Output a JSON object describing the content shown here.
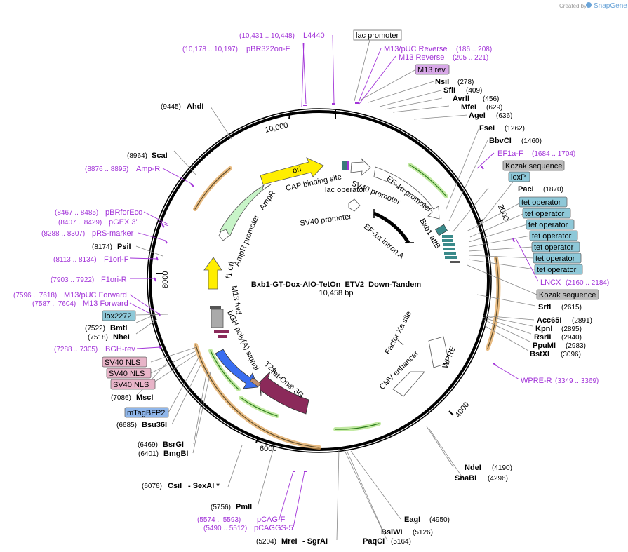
{
  "header": {
    "credit": "Created by",
    "brand": "SnapGene"
  },
  "plasmid": {
    "name": "Bxb1-GT-Dox-AIO-TetOn_ETV2_Down-Tandem",
    "length": "10,458 bp"
  },
  "ruler": [
    "10,000",
    "2000",
    "4000",
    "6000",
    "8000"
  ],
  "enzymes": {
    "AhdI": {
      "name": "AhdI",
      "pos": "(9445)"
    },
    "ScaI": {
      "name": "ScaI",
      "pos": "(8964)"
    },
    "PsiI": {
      "name": "PsiI",
      "pos": "(8174)"
    },
    "BmtI": {
      "name": "BmtI",
      "pos": "(7522)"
    },
    "NheI": {
      "name": "NheI",
      "pos": "(7518)"
    },
    "MscI": {
      "name": "MscI",
      "pos": "(7086)"
    },
    "Bsu36I": {
      "name": "Bsu36I",
      "pos": "(6685)"
    },
    "BsrGI": {
      "name": "BsrGI",
      "pos": "(6469)"
    },
    "BmgBI": {
      "name": "BmgBI",
      "pos": "(6401)"
    },
    "CsiI": {
      "name": "CsiI",
      "pos": "(6076)",
      "extra": "- SexAI *"
    },
    "PmlI": {
      "name": "PmlI",
      "pos": "(5756)"
    },
    "MreI": {
      "name": "MreI",
      "pos": "(5204)",
      "extra": "- SgrAI"
    },
    "PaqCI": {
      "name": "PaqCI",
      "pos": "(5164)"
    },
    "BsiWI": {
      "name": "BsiWI",
      "pos": "(5126)"
    },
    "EagI": {
      "name": "EagI",
      "pos": "(4950)"
    },
    "SnaBI": {
      "name": "SnaBI",
      "pos": "(4296)"
    },
    "NdeI": {
      "name": "NdeI",
      "pos": "(4190)"
    },
    "NsiI": {
      "name": "NsiI",
      "pos": "(278)"
    },
    "SfiI": {
      "name": "SfiI",
      "pos": "(409)"
    },
    "AvrII": {
      "name": "AvrII",
      "pos": "(456)"
    },
    "MfeI": {
      "name": "MfeI",
      "pos": "(629)"
    },
    "AgeI": {
      "name": "AgeI",
      "pos": "(636)"
    },
    "FseI": {
      "name": "FseI",
      "pos": "(1262)"
    },
    "BbvCI": {
      "name": "BbvCI",
      "pos": "(1460)"
    },
    "PacI": {
      "name": "PacI",
      "pos": "(1870)"
    },
    "SrfI": {
      "name": "SrfI",
      "pos": "(2615)"
    },
    "Acc65I": {
      "name": "Acc65I",
      "pos": "(2891)"
    },
    "KpnI": {
      "name": "KpnI",
      "pos": "(2895)"
    },
    "RsrII": {
      "name": "RsrII",
      "pos": "(2940)"
    },
    "PpuMI": {
      "name": "PpuMI",
      "pos": "(2983)"
    },
    "BstXI": {
      "name": "BstXI",
      "pos": "(3096)"
    }
  },
  "primers": {
    "L4440": {
      "name": "L4440",
      "pos": "(10,431 .. 10,448)"
    },
    "pBR322ori_F": {
      "name": "pBR322ori-F",
      "pos": "(10,178 .. 10,197)"
    },
    "M13pUC_Rev": {
      "name": "M13/pUC Reverse",
      "pos": "(186 .. 208)"
    },
    "M13_Rev": {
      "name": "M13 Reverse",
      "pos": "(205 .. 221)"
    },
    "EF1a_F": {
      "name": "EF1a-F",
      "pos": "(1684 .. 1704)"
    },
    "LNCX": {
      "name": "LNCX",
      "pos": "(2160 .. 2184)"
    },
    "WPRE_R": {
      "name": "WPRE-R",
      "pos": "(3349 .. 3369)"
    },
    "pCAG_F": {
      "name": "pCAG-F",
      "pos": "(5574 .. 5593)"
    },
    "pCAGGS_5": {
      "name": "pCAGGS-5",
      "pos": "(5490 .. 5512)"
    },
    "Amp_R": {
      "name": "Amp-R",
      "pos": "(8876 .. 8895)"
    },
    "pBRforEco": {
      "name": "pBRforEco",
      "pos": "(8467 .. 8485)"
    },
    "pGEX3": {
      "name": "pGEX 3'",
      "pos": "(8407 .. 8429)"
    },
    "pRS_marker": {
      "name": "pRS-marker",
      "pos": "(8288 .. 8307)"
    },
    "F1ori_F": {
      "name": "F1ori-F",
      "pos": "(8113 .. 8134)"
    },
    "F1ori_R": {
      "name": "F1ori-R",
      "pos": "(7903 .. 7922)"
    },
    "M13pUC_Fwd": {
      "name": "M13/pUC Forward",
      "pos": "(7596 .. 7618)"
    },
    "M13_Fwd": {
      "name": "M13 Forward",
      "pos": "(7587 .. 7604)"
    },
    "BGH_rev": {
      "name": "BGH-rev",
      "pos": "(7288 .. 7305)"
    }
  },
  "feature_boxes": {
    "lac_promoter": "lac promoter",
    "M13_rev": "M13 rev",
    "Kozak1": "Kozak sequence",
    "loxP": "loxP",
    "tetop": "tet operator",
    "Kozak2": "Kozak sequence",
    "lox2272": "lox2272",
    "SV40NLS": "SV40 NLS",
    "mTagBFP2": "mTagBFP2"
  },
  "features": {
    "ori": "ori",
    "CAP": "CAP binding site",
    "lacop": "lac operator",
    "AmpR": "AmpR",
    "AmpR_prom": "AmpR promoter",
    "f1ori": "f1 ori",
    "M13fwd": "M13 fwd",
    "bGH": "bGH poly(A) signal",
    "T2A": "T2A",
    "TetOn": "Tet-On® 3G",
    "SV40prom1": "SV40 promoter",
    "EF1a_prom": "EF-1α promoter",
    "SV40prom2": "SV40 promoter",
    "EF1a_intron": "EF-1α intron A",
    "Bxb1": "Bxb1 attB",
    "FactorXa": "Factor Xa site",
    "CMV": "CMV enhancer",
    "WPRE": "WPRE"
  },
  "colors": {
    "primer": "#a234d8",
    "orange_feature": "#e0a458",
    "green_feature": "#4a9a1a",
    "teal_box": "#8ec8d8",
    "gray_box": "#bcbcbc",
    "pink_box": "#e8b4c8",
    "blue_box": "#8fb6ea",
    "lilac_box": "#d8a8e8",
    "ori": "#ffee00",
    "AmpR": "#c8f4c8",
    "bGH": "#3a6ef0",
    "TetOn": "#8b2a5a"
  }
}
